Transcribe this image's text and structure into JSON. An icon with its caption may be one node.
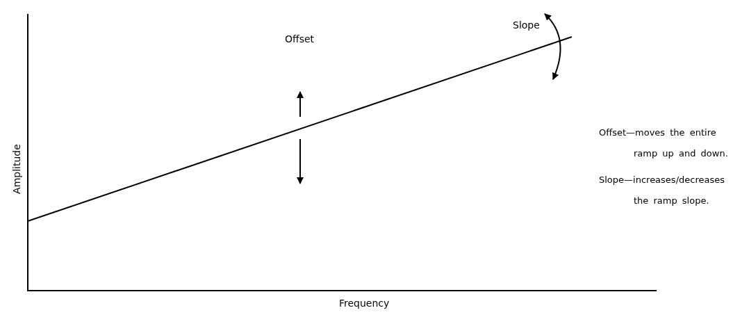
{
  "diagram": {
    "labels": [
      "Slope",
      "Offset",
      "Amplitude",
      "Frequency",
      "Offset—moves the entire ramp up and down.",
      "Slope—increases/decreases the ramp slope."
    ]
  }
}
